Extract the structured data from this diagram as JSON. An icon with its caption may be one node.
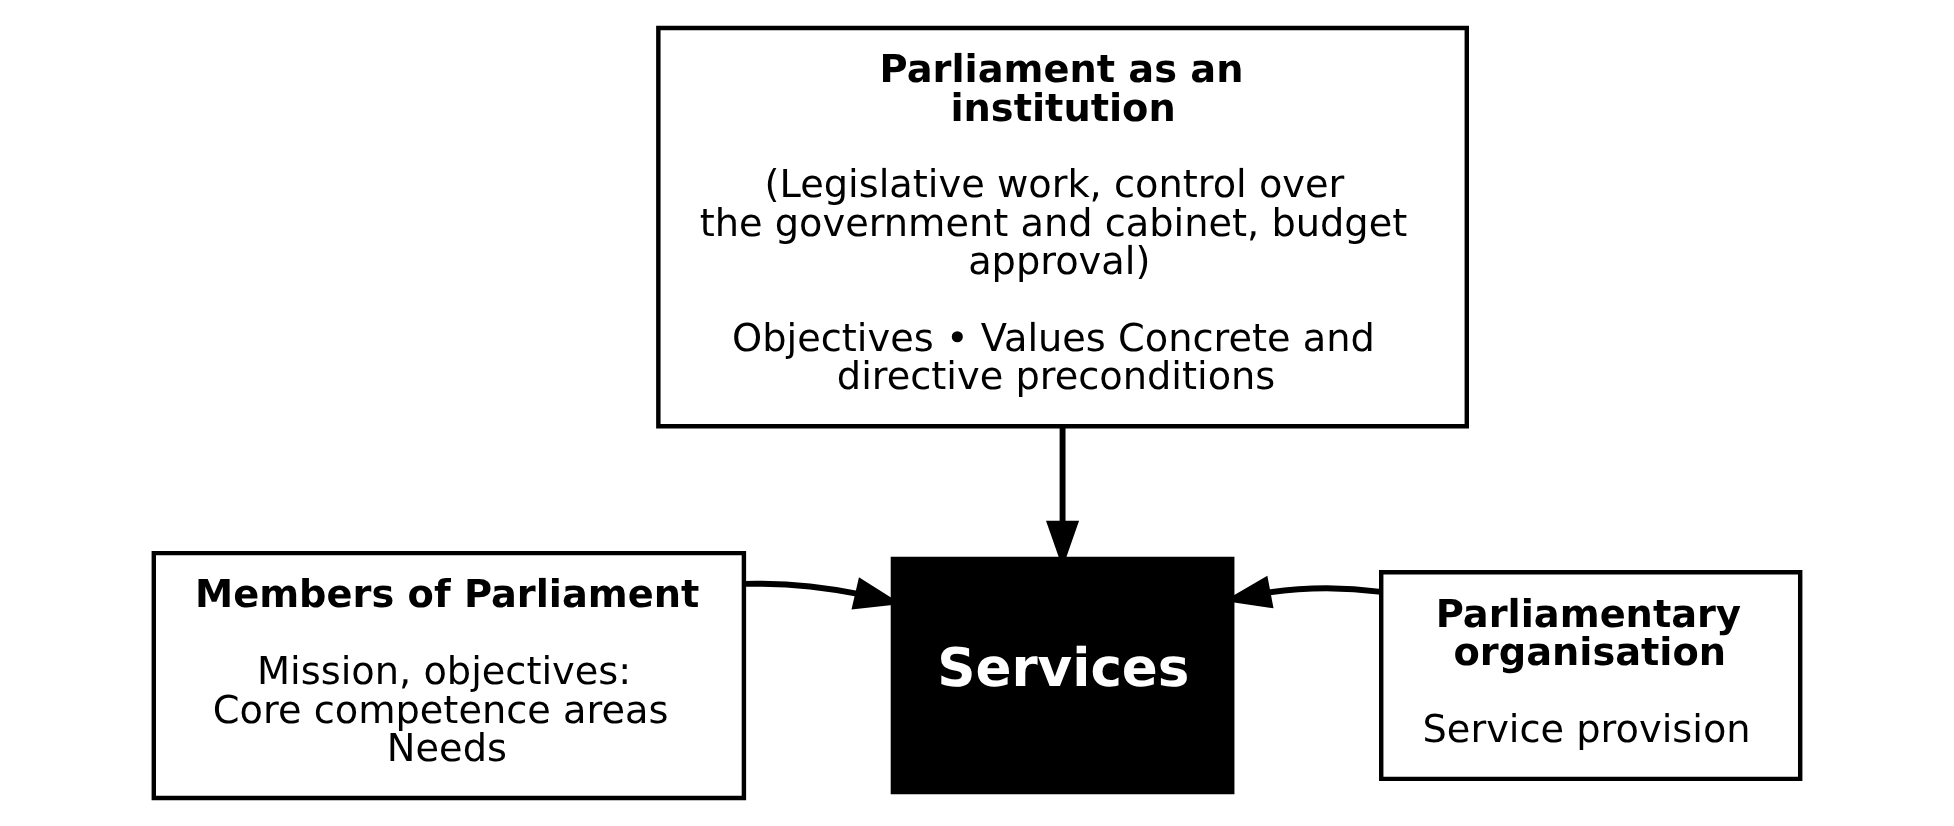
{
  "diagram": {
    "nodes": [
      {
        "text": [
          "Parliament as an institution",
          "(Legislative work, control over the government and cabinet, budget approval)",
          "Objectives • Values Concrete and directive preconditions"
        ]
      },
      {
        "text": [
          "Members of Parliament",
          "Mission, objectives: Core competence areas Needs"
        ]
      },
      {
        "text": [
          "Services"
        ]
      },
      {
        "text": [
          "Parliamentary organisation",
          "Service provision"
        ]
      }
    ],
    "edges": [
      {
        "from": 0,
        "to": 2,
        "arrow": "to"
      },
      {
        "from": 1,
        "to": 2,
        "arrow": "to"
      },
      {
        "from": 3,
        "to": 2,
        "arrow": "to"
      }
    ]
  }
}
